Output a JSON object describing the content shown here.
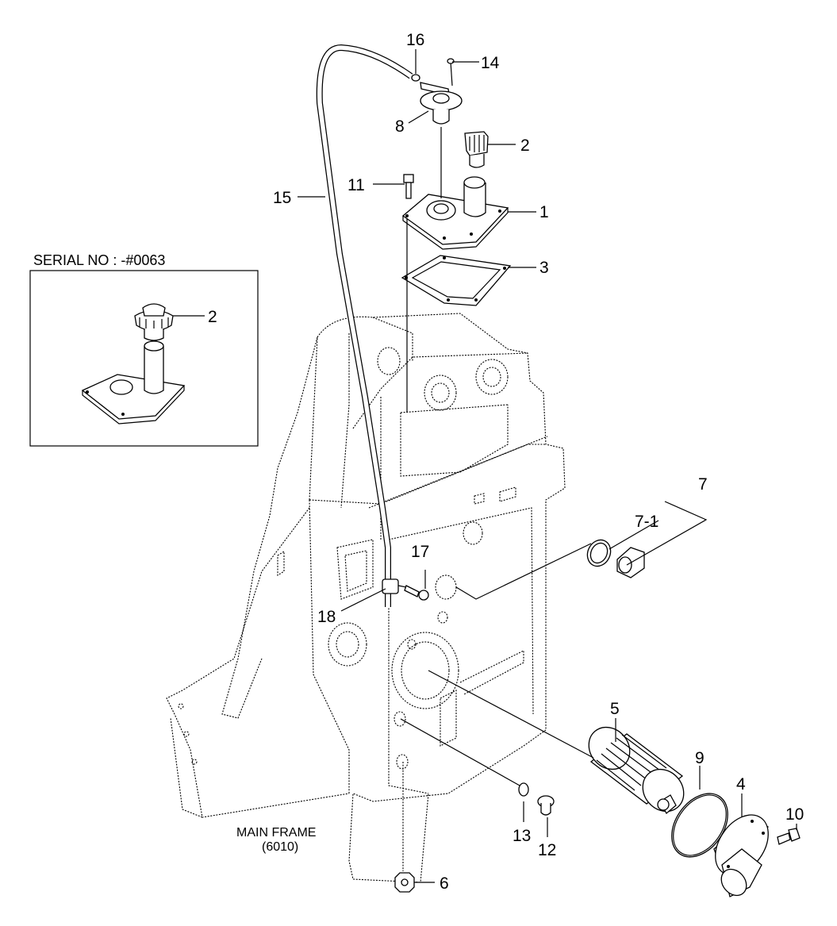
{
  "diagram": {
    "serial_note": "SERIAL NO : -#0063",
    "main_frame_label": "MAIN FRAME",
    "main_frame_ref": "(6010)",
    "callouts": {
      "c1": "1",
      "c2": "2",
      "c2b": "2",
      "c3": "3",
      "c4": "4",
      "c5": "5",
      "c6": "6",
      "c7": "7",
      "c7_1": "7-1",
      "c8": "8",
      "c9": "9",
      "c10": "10",
      "c11": "11",
      "c12": "12",
      "c13": "13",
      "c14": "14",
      "c15": "15",
      "c16": "16",
      "c17": "17",
      "c18": "18"
    }
  }
}
